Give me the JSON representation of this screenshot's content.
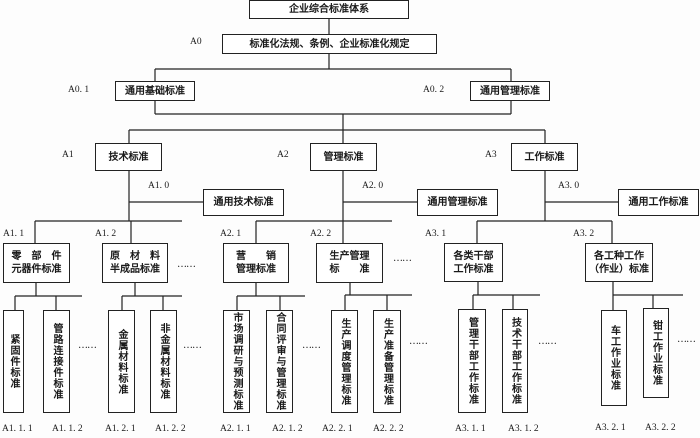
{
  "root": "企业综合标准体系",
  "a0": {
    "code": "A0",
    "title": "标准化法规、条例、企业标准化规定"
  },
  "a0_1": {
    "code": "A0. 1",
    "title": "通用基础标准"
  },
  "a0_2": {
    "code": "A0. 2",
    "title": "通用管理标准"
  },
  "a1": {
    "code": "A1",
    "title": "技术标准",
    "general_code": "A1. 0",
    "general": "通用技术标准"
  },
  "a2": {
    "code": "A2",
    "title": "管理标准",
    "general_code": "A2. 0",
    "general": "通用管理标准"
  },
  "a3": {
    "code": "A3",
    "title": "工作标准",
    "general_code": "A3. 0",
    "general": "通用工作标准"
  },
  "subs": [
    {
      "code": "A1. 1",
      "lines": [
        "零　部　件",
        "元器件标准"
      ]
    },
    {
      "code": "A1. 2",
      "lines": [
        "原　材　料",
        "半成品标准"
      ]
    },
    {
      "code": "A2. 1",
      "lines": [
        "营　　销",
        "管理标准"
      ]
    },
    {
      "code": "A2. 2",
      "lines": [
        "生产管理",
        "标　　准"
      ]
    },
    {
      "code": "A3. 1",
      "lines": [
        "各类干部",
        "工作标准"
      ]
    },
    {
      "code": "A3. 2",
      "lines": [
        "各工种工作",
        "（作业）标准"
      ]
    }
  ],
  "leaves": [
    {
      "code": "A1. 1. 1",
      "title": "紧固件标准"
    },
    {
      "code": "A1. 1. 2",
      "title": "管路连接件标准"
    },
    {
      "code": "A1. 2. 1",
      "title": "金属材料标准"
    },
    {
      "code": "A1. 2. 2",
      "title": "非金属材料标准"
    },
    {
      "code": "A2. 1. 1",
      "title": "市场调研与预测标准"
    },
    {
      "code": "A2. 1. 2",
      "title": "合同评审与管理标准"
    },
    {
      "code": "A2. 2. 1",
      "title": "生产调度管理标准"
    },
    {
      "code": "A2. 2. 2",
      "title": "生产准备管理标准"
    },
    {
      "code": "A3. 1. 1",
      "title": "管理干部工作标准"
    },
    {
      "code": "A3. 1. 2",
      "title": "技术干部工作标准"
    },
    {
      "code": "A3. 2. 1",
      "title": "车工作业标准"
    },
    {
      "code": "A3. 2. 2",
      "title": "钳工作业标准"
    }
  ],
  "ellipsis": "……"
}
